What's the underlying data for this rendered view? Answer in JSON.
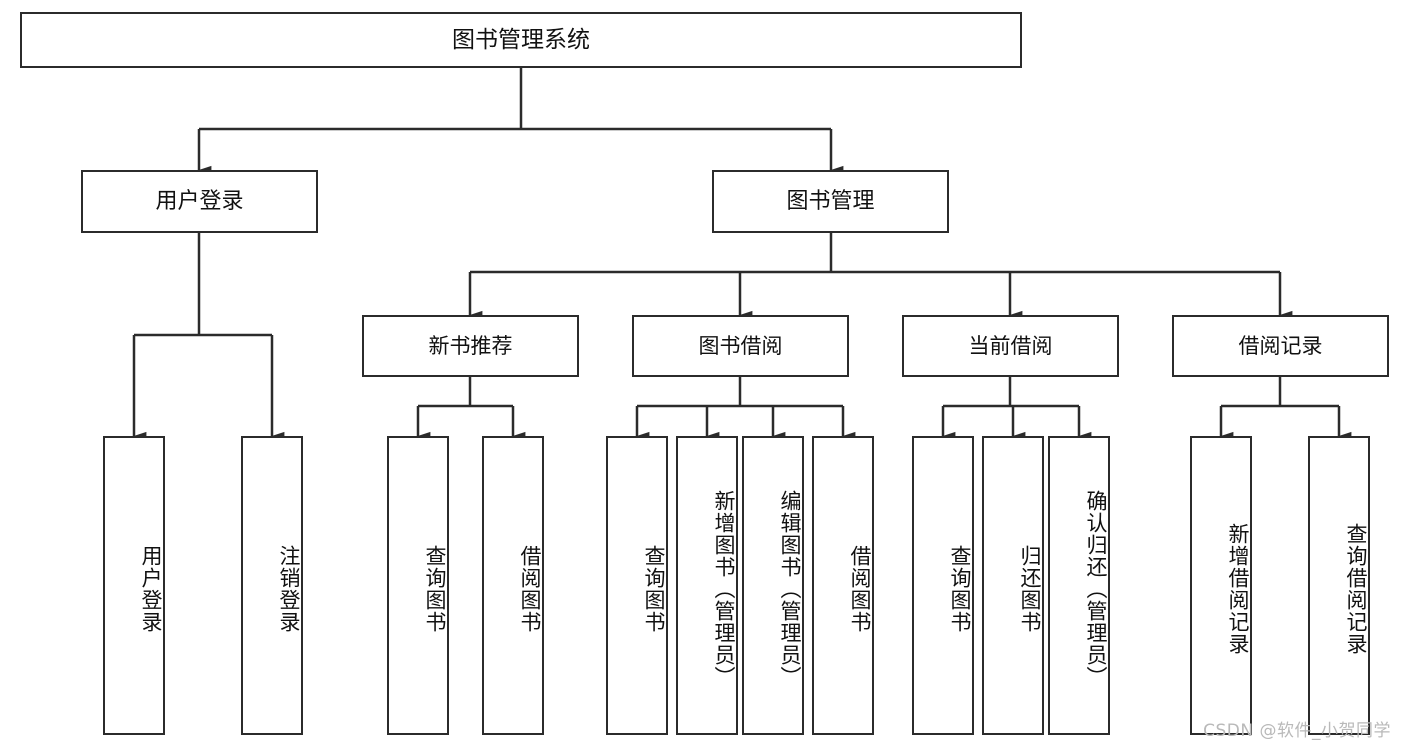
{
  "diagram": {
    "title": "图书管理系统",
    "type": "hierarchy-tree",
    "watermark": "CSDN @软件_小贺同学",
    "colors": {
      "border": "#2b2b2b",
      "background": "#ffffff",
      "text": "#111111",
      "watermark": "#b9b9b9"
    },
    "root": {
      "label": "图书管理系统"
    },
    "level1": [
      {
        "label": "用户登录"
      },
      {
        "label": "图书管理"
      }
    ],
    "level2": [
      {
        "label": "新书推荐"
      },
      {
        "label": "图书借阅"
      },
      {
        "label": "当前借阅"
      },
      {
        "label": "借阅记录"
      }
    ],
    "leaves": {
      "user_login": [
        {
          "label": "用户登录"
        },
        {
          "label": "注销登录"
        }
      ],
      "new_book_recommend": [
        {
          "label": "查询图书"
        },
        {
          "label": "借阅图书"
        }
      ],
      "book_borrow": [
        {
          "label": "查询图书"
        },
        {
          "label": "新增图书（管理员）"
        },
        {
          "label": "编辑图书（管理员）"
        },
        {
          "label": "借阅图书"
        }
      ],
      "current_borrow": [
        {
          "label": "查询图书"
        },
        {
          "label": "归还图书"
        },
        {
          "label": "确认归还（管理员）"
        }
      ],
      "borrow_records": [
        {
          "label": "新增借阅记录"
        },
        {
          "label": "查询借阅记录"
        }
      ]
    }
  }
}
